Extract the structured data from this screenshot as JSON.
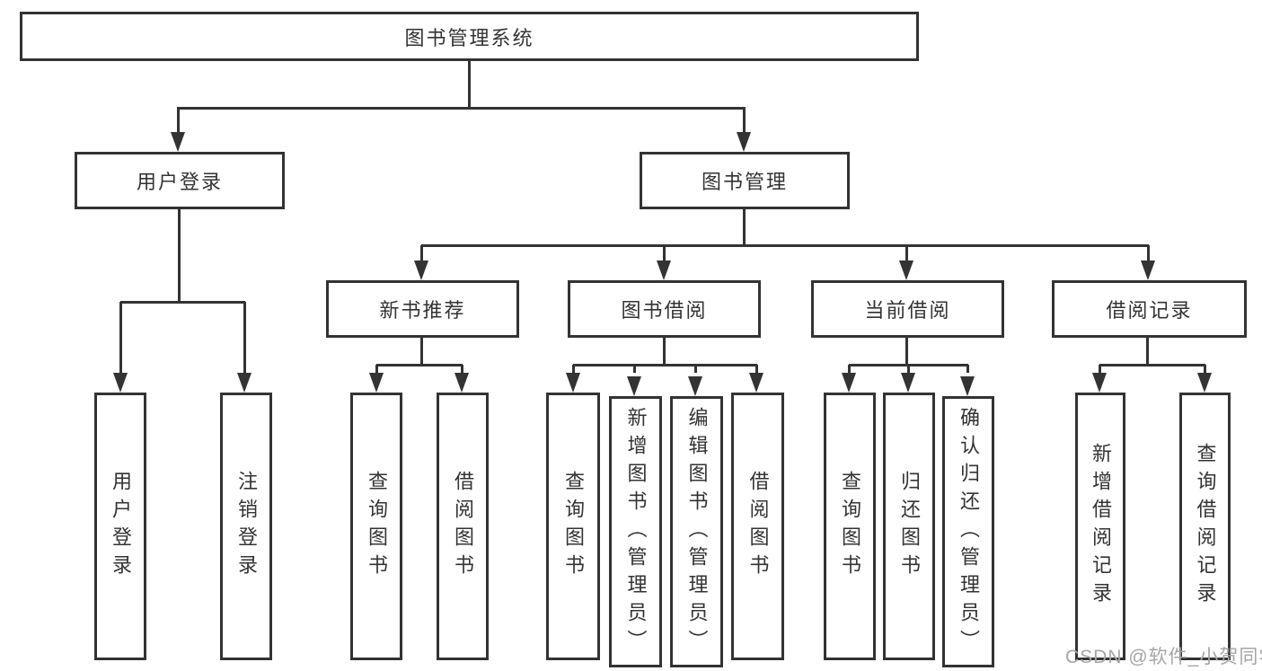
{
  "diagram": {
    "title": "图书管理系统",
    "watermark": "CSDN @软件_小贺同学",
    "colors": {
      "line": "#333333",
      "text": "#333333",
      "box_background": "#ffffff",
      "watermark": "#a6a6a6"
    },
    "tree": {
      "label": "图书管理系统",
      "children": [
        {
          "label": "用户登录",
          "children": [
            {
              "label": "用户登录"
            },
            {
              "label": "注销登录"
            }
          ]
        },
        {
          "label": "图书管理",
          "children": [
            {
              "label": "新书推荐",
              "children": [
                {
                  "label": "查询图书"
                },
                {
                  "label": "借阅图书"
                }
              ]
            },
            {
              "label": "图书借阅",
              "children": [
                {
                  "label": "查询图书"
                },
                {
                  "label": "新增图书（管理员）"
                },
                {
                  "label": "编辑图书（管理员）"
                },
                {
                  "label": "借阅图书"
                }
              ]
            },
            {
              "label": "当前借阅",
              "children": [
                {
                  "label": "查询图书"
                },
                {
                  "label": "归还图书"
                },
                {
                  "label": "确认归还（管理员）"
                }
              ]
            },
            {
              "label": "借阅记录",
              "children": [
                {
                  "label": "新增借阅记录"
                },
                {
                  "label": "查询借阅记录"
                }
              ]
            }
          ]
        }
      ]
    }
  }
}
